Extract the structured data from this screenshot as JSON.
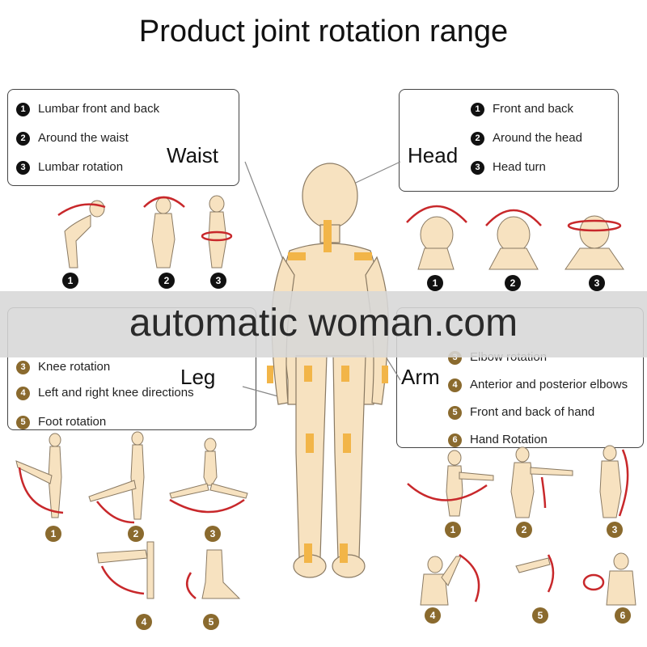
{
  "title": "Product joint rotation range",
  "waist": {
    "label": "Waist",
    "items": [
      {
        "n": "1",
        "text": "Lumbar front and back"
      },
      {
        "n": "2",
        "text": "Around the waist"
      },
      {
        "n": "3",
        "text": "Lumbar rotation"
      }
    ],
    "figures": [
      "1",
      "2",
      "3"
    ]
  },
  "head": {
    "label": "Head",
    "items": [
      {
        "n": "1",
        "text": "Front and back"
      },
      {
        "n": "2",
        "text": "Around the head"
      },
      {
        "n": "3",
        "text": "Head turn"
      }
    ],
    "figures": [
      "1",
      "2",
      "3"
    ]
  },
  "leg": {
    "label": "Leg",
    "items": [
      {
        "n": "3",
        "text": "Knee rotation"
      },
      {
        "n": "4",
        "text": "Left and right knee directions"
      },
      {
        "n": "5",
        "text": "Foot rotation"
      }
    ],
    "figures": [
      "1",
      "2",
      "3",
      "4",
      "5"
    ]
  },
  "arm": {
    "label": "Arm",
    "items": [
      {
        "n": "3",
        "text": "Elbow rotation"
      },
      {
        "n": "4",
        "text": "Anterior and posterior elbows"
      },
      {
        "n": "5",
        "text": "Front and back of hand"
      },
      {
        "n": "6",
        "text": "Hand Rotation"
      }
    ],
    "figures": [
      "1",
      "2",
      "3",
      "4",
      "5",
      "6"
    ]
  },
  "watermark": "automatic woman.com",
  "colors": {
    "skin": "#f7e2c0",
    "joint_tape": "#f2b548",
    "arrow": "#c8282b",
    "number_dark": "#111111",
    "number_gold": "#8a6a2e"
  }
}
